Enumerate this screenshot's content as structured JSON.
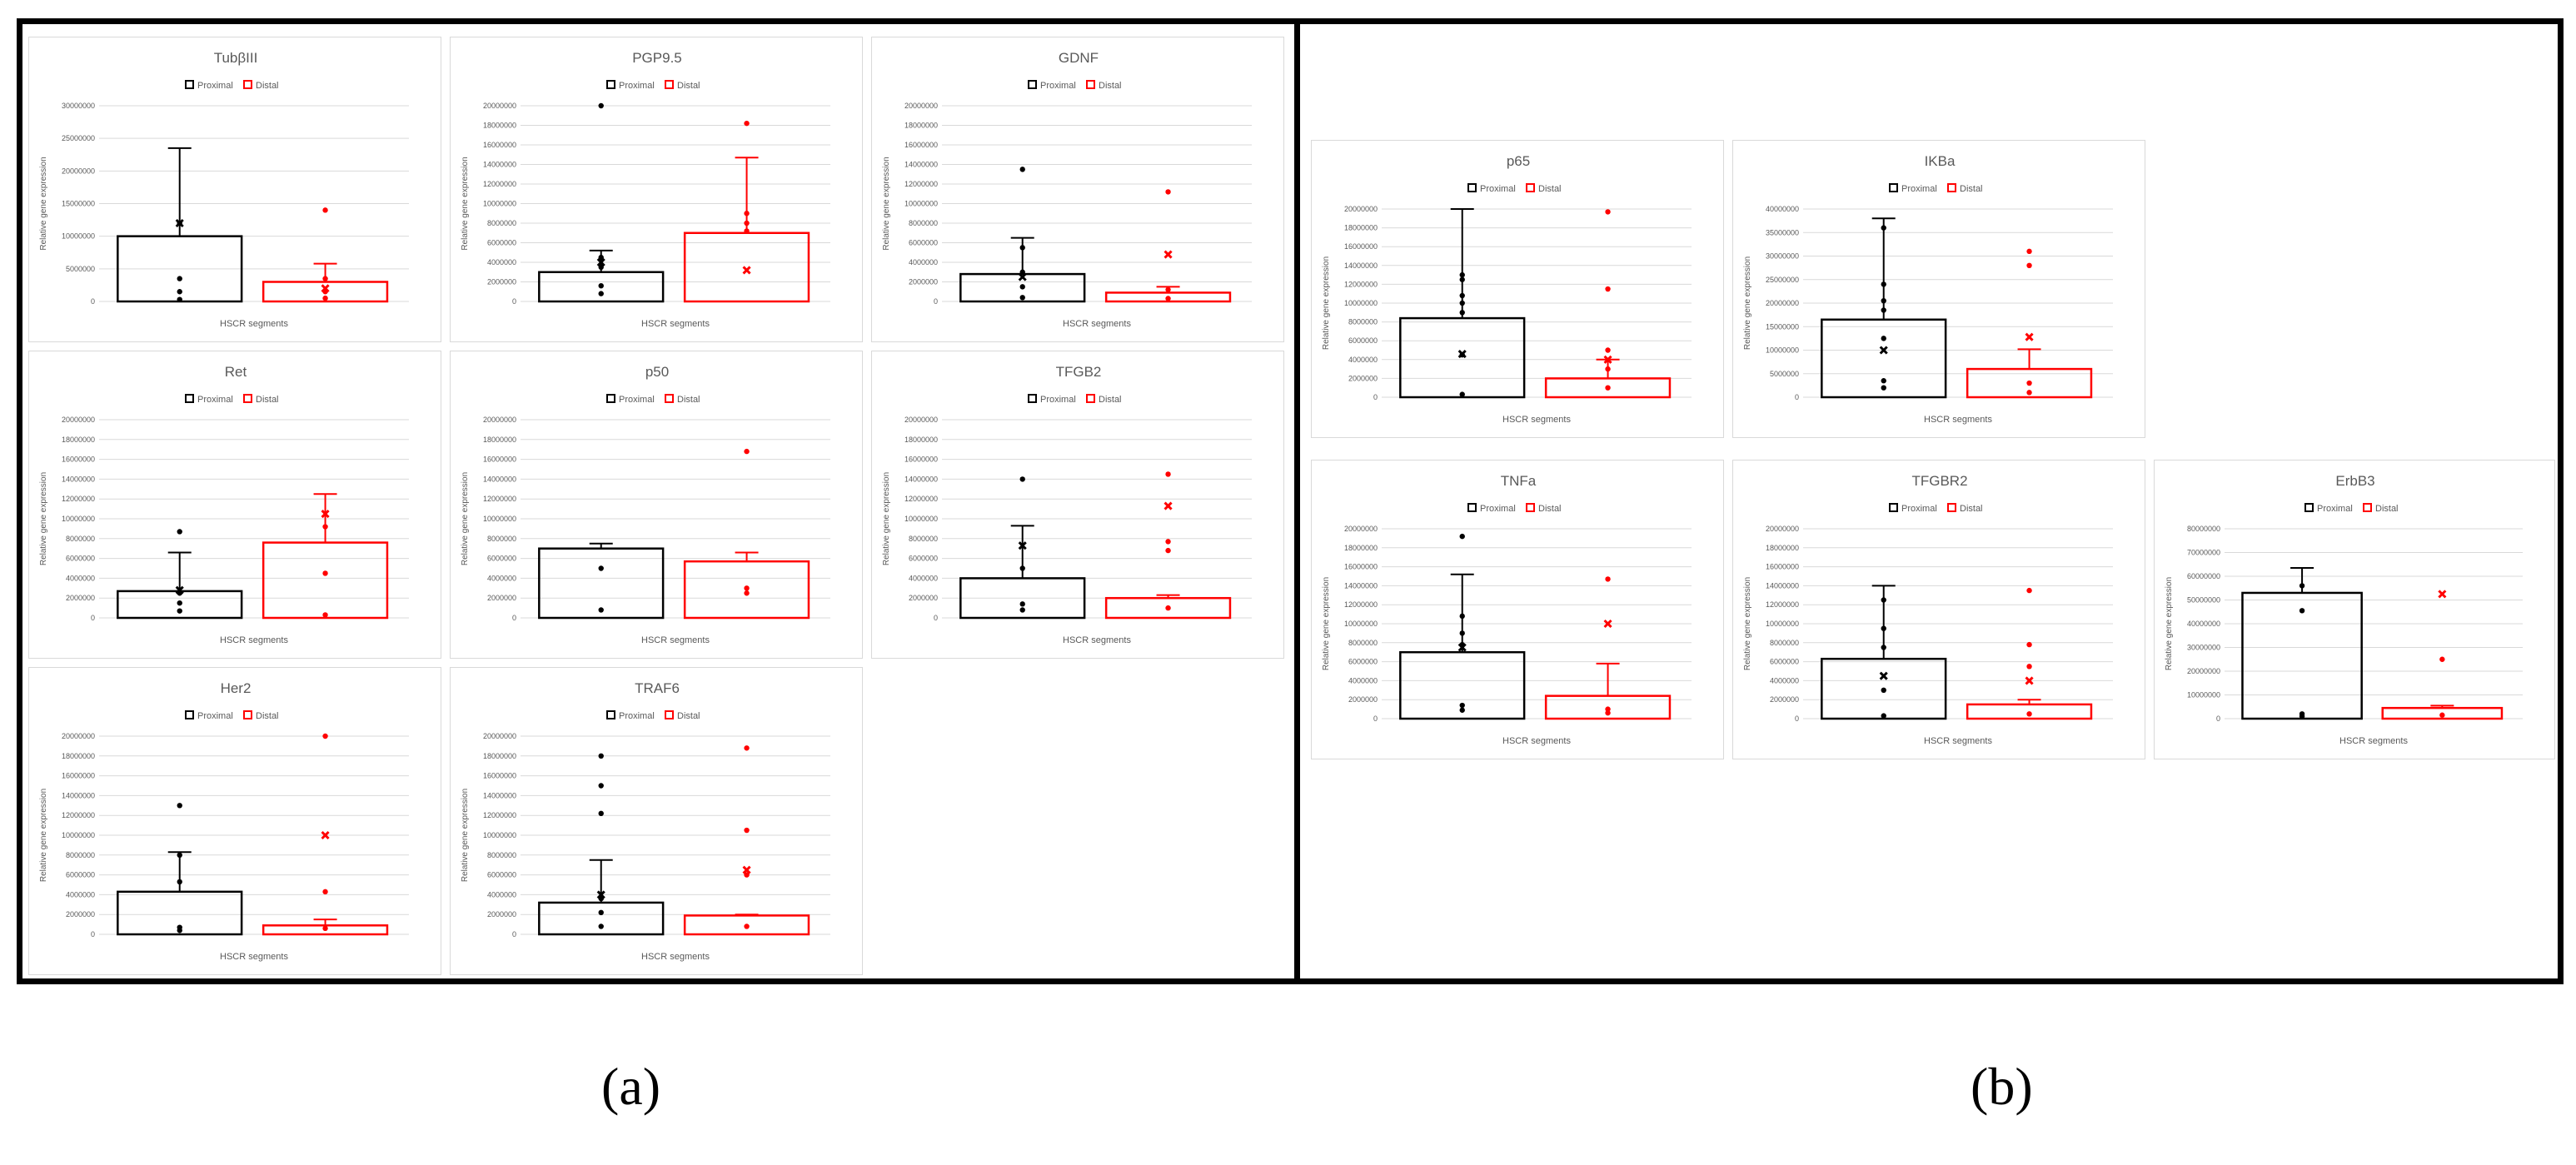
{
  "figure": {
    "panel_a_label": "(a)",
    "panel_b_label": "(b)"
  },
  "chart_data": [
    {
      "id": "tub",
      "panel": "a",
      "type": "boxplot",
      "title": "TubβIII",
      "legend": [
        "Proximal",
        "Distal"
      ],
      "xlabel": "HSCR segments",
      "ylabel": "Relative gene expression",
      "ylim": [
        0,
        30000000
      ],
      "yticks": [
        0,
        5000000,
        10000000,
        15000000,
        20000000,
        25000000,
        30000000
      ],
      "series": [
        {
          "name": "Proximal",
          "min": 0,
          "q1": 0,
          "median": 0,
          "q3": 10000000,
          "max": 23500000,
          "mean": 12000000,
          "points": [
            12000000,
            3500000,
            1500000,
            300000
          ]
        },
        {
          "name": "Distal",
          "min": 0,
          "q1": 0,
          "median": 0,
          "q3": 3000000,
          "max": 5800000,
          "mean": 2000000,
          "points": [
            14000000,
            3500000,
            1500000,
            500000
          ]
        }
      ]
    },
    {
      "id": "pgp",
      "panel": "a",
      "type": "boxplot",
      "title": "PGP9.5",
      "legend": [
        "Proximal",
        "Distal"
      ],
      "xlabel": "HSCR segments",
      "ylabel": "Relative gene expression",
      "ylim": [
        0,
        20000000
      ],
      "yticks": [
        0,
        2000000,
        4000000,
        6000000,
        8000000,
        10000000,
        12000000,
        14000000,
        16000000,
        18000000,
        20000000
      ],
      "series": [
        {
          "name": "Proximal",
          "min": 0,
          "q1": 0,
          "median": 0,
          "q3": 3000000,
          "max": 5200000,
          "mean": 4000000,
          "points": [
            20000000,
            4500000,
            3500000,
            1600000,
            800000
          ]
        },
        {
          "name": "Distal",
          "min": 0,
          "q1": 0,
          "median": 0,
          "q3": 7000000,
          "max": 14700000,
          "mean": 3200000,
          "points": [
            18200000,
            9000000,
            8000000,
            7200000
          ]
        }
      ]
    },
    {
      "id": "gdnf",
      "panel": "a",
      "type": "boxplot",
      "title": "GDNF",
      "legend": [
        "Proximal",
        "Distal"
      ],
      "xlabel": "HSCR segments",
      "ylabel": "Relative gene expression",
      "ylim": [
        0,
        20000000
      ],
      "yticks": [
        0,
        2000000,
        4000000,
        6000000,
        8000000,
        10000000,
        12000000,
        14000000,
        16000000,
        18000000,
        20000000
      ],
      "series": [
        {
          "name": "Proximal",
          "min": 0,
          "q1": 0,
          "median": 0,
          "q3": 2800000,
          "max": 6500000,
          "mean": 2500000,
          "points": [
            13500000,
            5500000,
            3000000,
            1500000,
            400000
          ]
        },
        {
          "name": "Distal",
          "min": 0,
          "q1": 0,
          "median": 0,
          "q3": 900000,
          "max": 1500000,
          "mean": 4800000,
          "points": [
            11200000,
            1200000,
            300000
          ]
        }
      ]
    },
    {
      "id": "ret",
      "panel": "a",
      "type": "boxplot",
      "title": "Ret",
      "legend": [
        "Proximal",
        "Distal"
      ],
      "xlabel": "HSCR segments",
      "ylabel": "Relative gene expression",
      "ylim": [
        0,
        20000000
      ],
      "yticks": [
        0,
        2000000,
        4000000,
        6000000,
        8000000,
        10000000,
        12000000,
        14000000,
        16000000,
        18000000,
        20000000
      ],
      "series": [
        {
          "name": "Proximal",
          "min": 0,
          "q1": 0,
          "median": 0,
          "q3": 2700000,
          "max": 6600000,
          "mean": 2800000,
          "points": [
            8700000,
            2500000,
            1500000,
            700000
          ]
        },
        {
          "name": "Distal",
          "min": 0,
          "q1": 0,
          "median": 0,
          "q3": 7600000,
          "max": 12500000,
          "mean": 10500000,
          "points": [
            9200000,
            4500000,
            300000
          ]
        }
      ]
    },
    {
      "id": "p50",
      "panel": "a",
      "type": "boxplot",
      "title": "p50",
      "legend": [
        "Proximal",
        "Distal"
      ],
      "xlabel": "HSCR segments",
      "ylabel": "Relative gene expression",
      "ylim": [
        0,
        20000000
      ],
      "yticks": [
        0,
        2000000,
        4000000,
        6000000,
        8000000,
        10000000,
        12000000,
        14000000,
        16000000,
        18000000,
        20000000
      ],
      "series": [
        {
          "name": "Proximal",
          "min": 0,
          "q1": 0,
          "median": 0,
          "q3": 7000000,
          "max": 7500000,
          "mean": null,
          "points": [
            5000000,
            800000
          ]
        },
        {
          "name": "Distal",
          "min": 0,
          "q1": 0,
          "median": 0,
          "q3": 5700000,
          "max": 6600000,
          "mean": null,
          "points": [
            16800000,
            3000000,
            2500000
          ]
        }
      ]
    },
    {
      "id": "tfgb2",
      "panel": "a",
      "type": "boxplot",
      "title": "TFGB2",
      "legend": [
        "Proximal",
        "Distal"
      ],
      "xlabel": "HSCR segments",
      "ylabel": "Relative gene expression",
      "ylim": [
        0,
        20000000
      ],
      "yticks": [
        0,
        2000000,
        4000000,
        6000000,
        8000000,
        10000000,
        12000000,
        14000000,
        16000000,
        18000000,
        20000000
      ],
      "series": [
        {
          "name": "Proximal",
          "min": 0,
          "q1": 0,
          "median": 0,
          "q3": 4000000,
          "max": 9300000,
          "mean": 7300000,
          "points": [
            14000000,
            5000000,
            1400000,
            800000
          ]
        },
        {
          "name": "Distal",
          "min": 0,
          "q1": 0,
          "median": 0,
          "q3": 2000000,
          "max": 2300000,
          "mean": 11300000,
          "points": [
            14500000,
            7700000,
            6800000,
            1000000
          ]
        }
      ]
    },
    {
      "id": "her2",
      "panel": "a",
      "type": "boxplot",
      "title": "Her2",
      "legend": [
        "Proximal",
        "Distal"
      ],
      "xlabel": "HSCR segments",
      "ylabel": "Relative gene expression",
      "ylim": [
        0,
        20000000
      ],
      "yticks": [
        0,
        2000000,
        4000000,
        6000000,
        8000000,
        10000000,
        12000000,
        14000000,
        16000000,
        18000000,
        20000000
      ],
      "series": [
        {
          "name": "Proximal",
          "min": 0,
          "q1": 0,
          "median": 0,
          "q3": 4300000,
          "max": 8300000,
          "mean": null,
          "points": [
            13000000,
            8000000,
            5300000,
            700000,
            400000
          ]
        },
        {
          "name": "Distal",
          "min": 0,
          "q1": 0,
          "median": 0,
          "q3": 900000,
          "max": 1500000,
          "mean": 10000000,
          "points": [
            20000000,
            4300000,
            600000
          ]
        }
      ]
    },
    {
      "id": "traf6",
      "panel": "a",
      "type": "boxplot",
      "title": "TRAF6",
      "legend": [
        "Proximal",
        "Distal"
      ],
      "xlabel": "HSCR segments",
      "ylabel": "Relative gene expression",
      "ylim": [
        0,
        20000000
      ],
      "yticks": [
        0,
        2000000,
        4000000,
        6000000,
        8000000,
        10000000,
        12000000,
        14000000,
        16000000,
        18000000,
        20000000
      ],
      "series": [
        {
          "name": "Proximal",
          "min": 0,
          "q1": 0,
          "median": 0,
          "q3": 3200000,
          "max": 7500000,
          "mean": 4000000,
          "points": [
            18000000,
            15000000,
            12200000,
            3600000,
            2200000,
            800000
          ]
        },
        {
          "name": "Distal",
          "min": 0,
          "q1": 0,
          "median": 0,
          "q3": 1900000,
          "max": 2000000,
          "mean": 6500000,
          "points": [
            18800000,
            10500000,
            6000000,
            800000
          ]
        }
      ]
    },
    {
      "id": "p65",
      "panel": "b",
      "type": "boxplot",
      "title": "p65",
      "legend": [
        "Proximal",
        "Distal"
      ],
      "xlabel": "HSCR segments",
      "ylabel": "Relative gene expression",
      "ylim": [
        0,
        20000000
      ],
      "yticks": [
        0,
        2000000,
        4000000,
        6000000,
        8000000,
        10000000,
        12000000,
        14000000,
        16000000,
        18000000,
        20000000
      ],
      "series": [
        {
          "name": "Proximal",
          "min": 0,
          "q1": 0,
          "median": 0,
          "q3": 8400000,
          "max": 20000000,
          "mean": 4600000,
          "points": [
            13000000,
            12500000,
            10800000,
            10000000,
            9000000,
            4500000,
            300000
          ]
        },
        {
          "name": "Distal",
          "min": 0,
          "q1": 0,
          "median": 0,
          "q3": 2000000,
          "max": 4000000,
          "mean": 4000000,
          "points": [
            19700000,
            11500000,
            5000000,
            3000000,
            1000000
          ]
        }
      ]
    },
    {
      "id": "ikba",
      "panel": "b",
      "type": "boxplot",
      "title": "IKBa",
      "legend": [
        "Proximal",
        "Distal"
      ],
      "xlabel": "HSCR segments",
      "ylabel": "Relative gene expression",
      "ylim": [
        0,
        40000000
      ],
      "yticks": [
        0,
        5000000,
        10000000,
        15000000,
        20000000,
        25000000,
        30000000,
        35000000,
        40000000
      ],
      "series": [
        {
          "name": "Proximal",
          "min": 0,
          "q1": 0,
          "median": 0,
          "q3": 16500000,
          "max": 38000000,
          "mean": 10000000,
          "points": [
            36000000,
            24000000,
            20500000,
            18500000,
            12500000,
            3500000,
            2000000
          ]
        },
        {
          "name": "Distal",
          "min": 0,
          "q1": 0,
          "median": 0,
          "q3": 6000000,
          "max": 10200000,
          "mean": 12800000,
          "points": [
            31000000,
            28000000,
            3000000,
            1000000
          ]
        }
      ]
    },
    {
      "id": "tnfa",
      "panel": "b",
      "type": "boxplot",
      "title": "TNFa",
      "legend": [
        "Proximal",
        "Distal"
      ],
      "xlabel": "HSCR segments",
      "ylabel": "Relative gene expression",
      "ylim": [
        0,
        20000000
      ],
      "yticks": [
        0,
        2000000,
        4000000,
        6000000,
        8000000,
        10000000,
        12000000,
        14000000,
        16000000,
        18000000,
        20000000
      ],
      "series": [
        {
          "name": "Proximal",
          "min": 0,
          "q1": 0,
          "median": 0,
          "q3": 7000000,
          "max": 15200000,
          "mean": 7500000,
          "points": [
            19200000,
            10800000,
            9000000,
            7800000,
            1400000,
            900000
          ]
        },
        {
          "name": "Distal",
          "min": 0,
          "q1": 0,
          "median": 0,
          "q3": 2400000,
          "max": 5800000,
          "mean": 10000000,
          "points": [
            14700000,
            1000000,
            600000
          ]
        }
      ]
    },
    {
      "id": "tfgbr2",
      "panel": "b",
      "type": "boxplot",
      "title": "TFGBR2",
      "legend": [
        "Proximal",
        "Distal"
      ],
      "xlabel": "HSCR segments",
      "ylabel": "Relative gene expression",
      "ylim": [
        0,
        20000000
      ],
      "yticks": [
        0,
        2000000,
        4000000,
        6000000,
        8000000,
        10000000,
        12000000,
        14000000,
        16000000,
        18000000,
        20000000
      ],
      "series": [
        {
          "name": "Proximal",
          "min": 0,
          "q1": 0,
          "median": 0,
          "q3": 6300000,
          "max": 14000000,
          "mean": 4500000,
          "points": [
            12500000,
            9500000,
            7500000,
            3000000,
            300000
          ]
        },
        {
          "name": "Distal",
          "min": 0,
          "q1": 0,
          "median": 0,
          "q3": 1500000,
          "max": 2000000,
          "mean": 4000000,
          "points": [
            13500000,
            7800000,
            5500000,
            500000
          ]
        }
      ]
    },
    {
      "id": "erbb3",
      "panel": "b",
      "type": "boxplot",
      "title": "ErbB3",
      "legend": [
        "Proximal",
        "Distal"
      ],
      "xlabel": "HSCR segments",
      "ylabel": "Relative gene expression",
      "ylim": [
        0,
        80000000
      ],
      "yticks": [
        0,
        10000000,
        20000000,
        30000000,
        40000000,
        50000000,
        60000000,
        70000000,
        80000000
      ],
      "series": [
        {
          "name": "Proximal",
          "min": 0,
          "q1": 0,
          "median": 0,
          "q3": 53000000,
          "max": 63500000,
          "mean": null,
          "points": [
            56000000,
            45500000,
            2000000,
            1000000
          ]
        },
        {
          "name": "Distal",
          "min": 0,
          "q1": 0,
          "median": 0,
          "q3": 4500000,
          "max": 5500000,
          "mean": 52500000,
          "points": [
            25000000,
            1500000
          ]
        }
      ]
    }
  ],
  "colors": {
    "proximal": "#000000",
    "distal": "#ff0000",
    "grid": "#d9d9d9",
    "text": "#595959"
  }
}
